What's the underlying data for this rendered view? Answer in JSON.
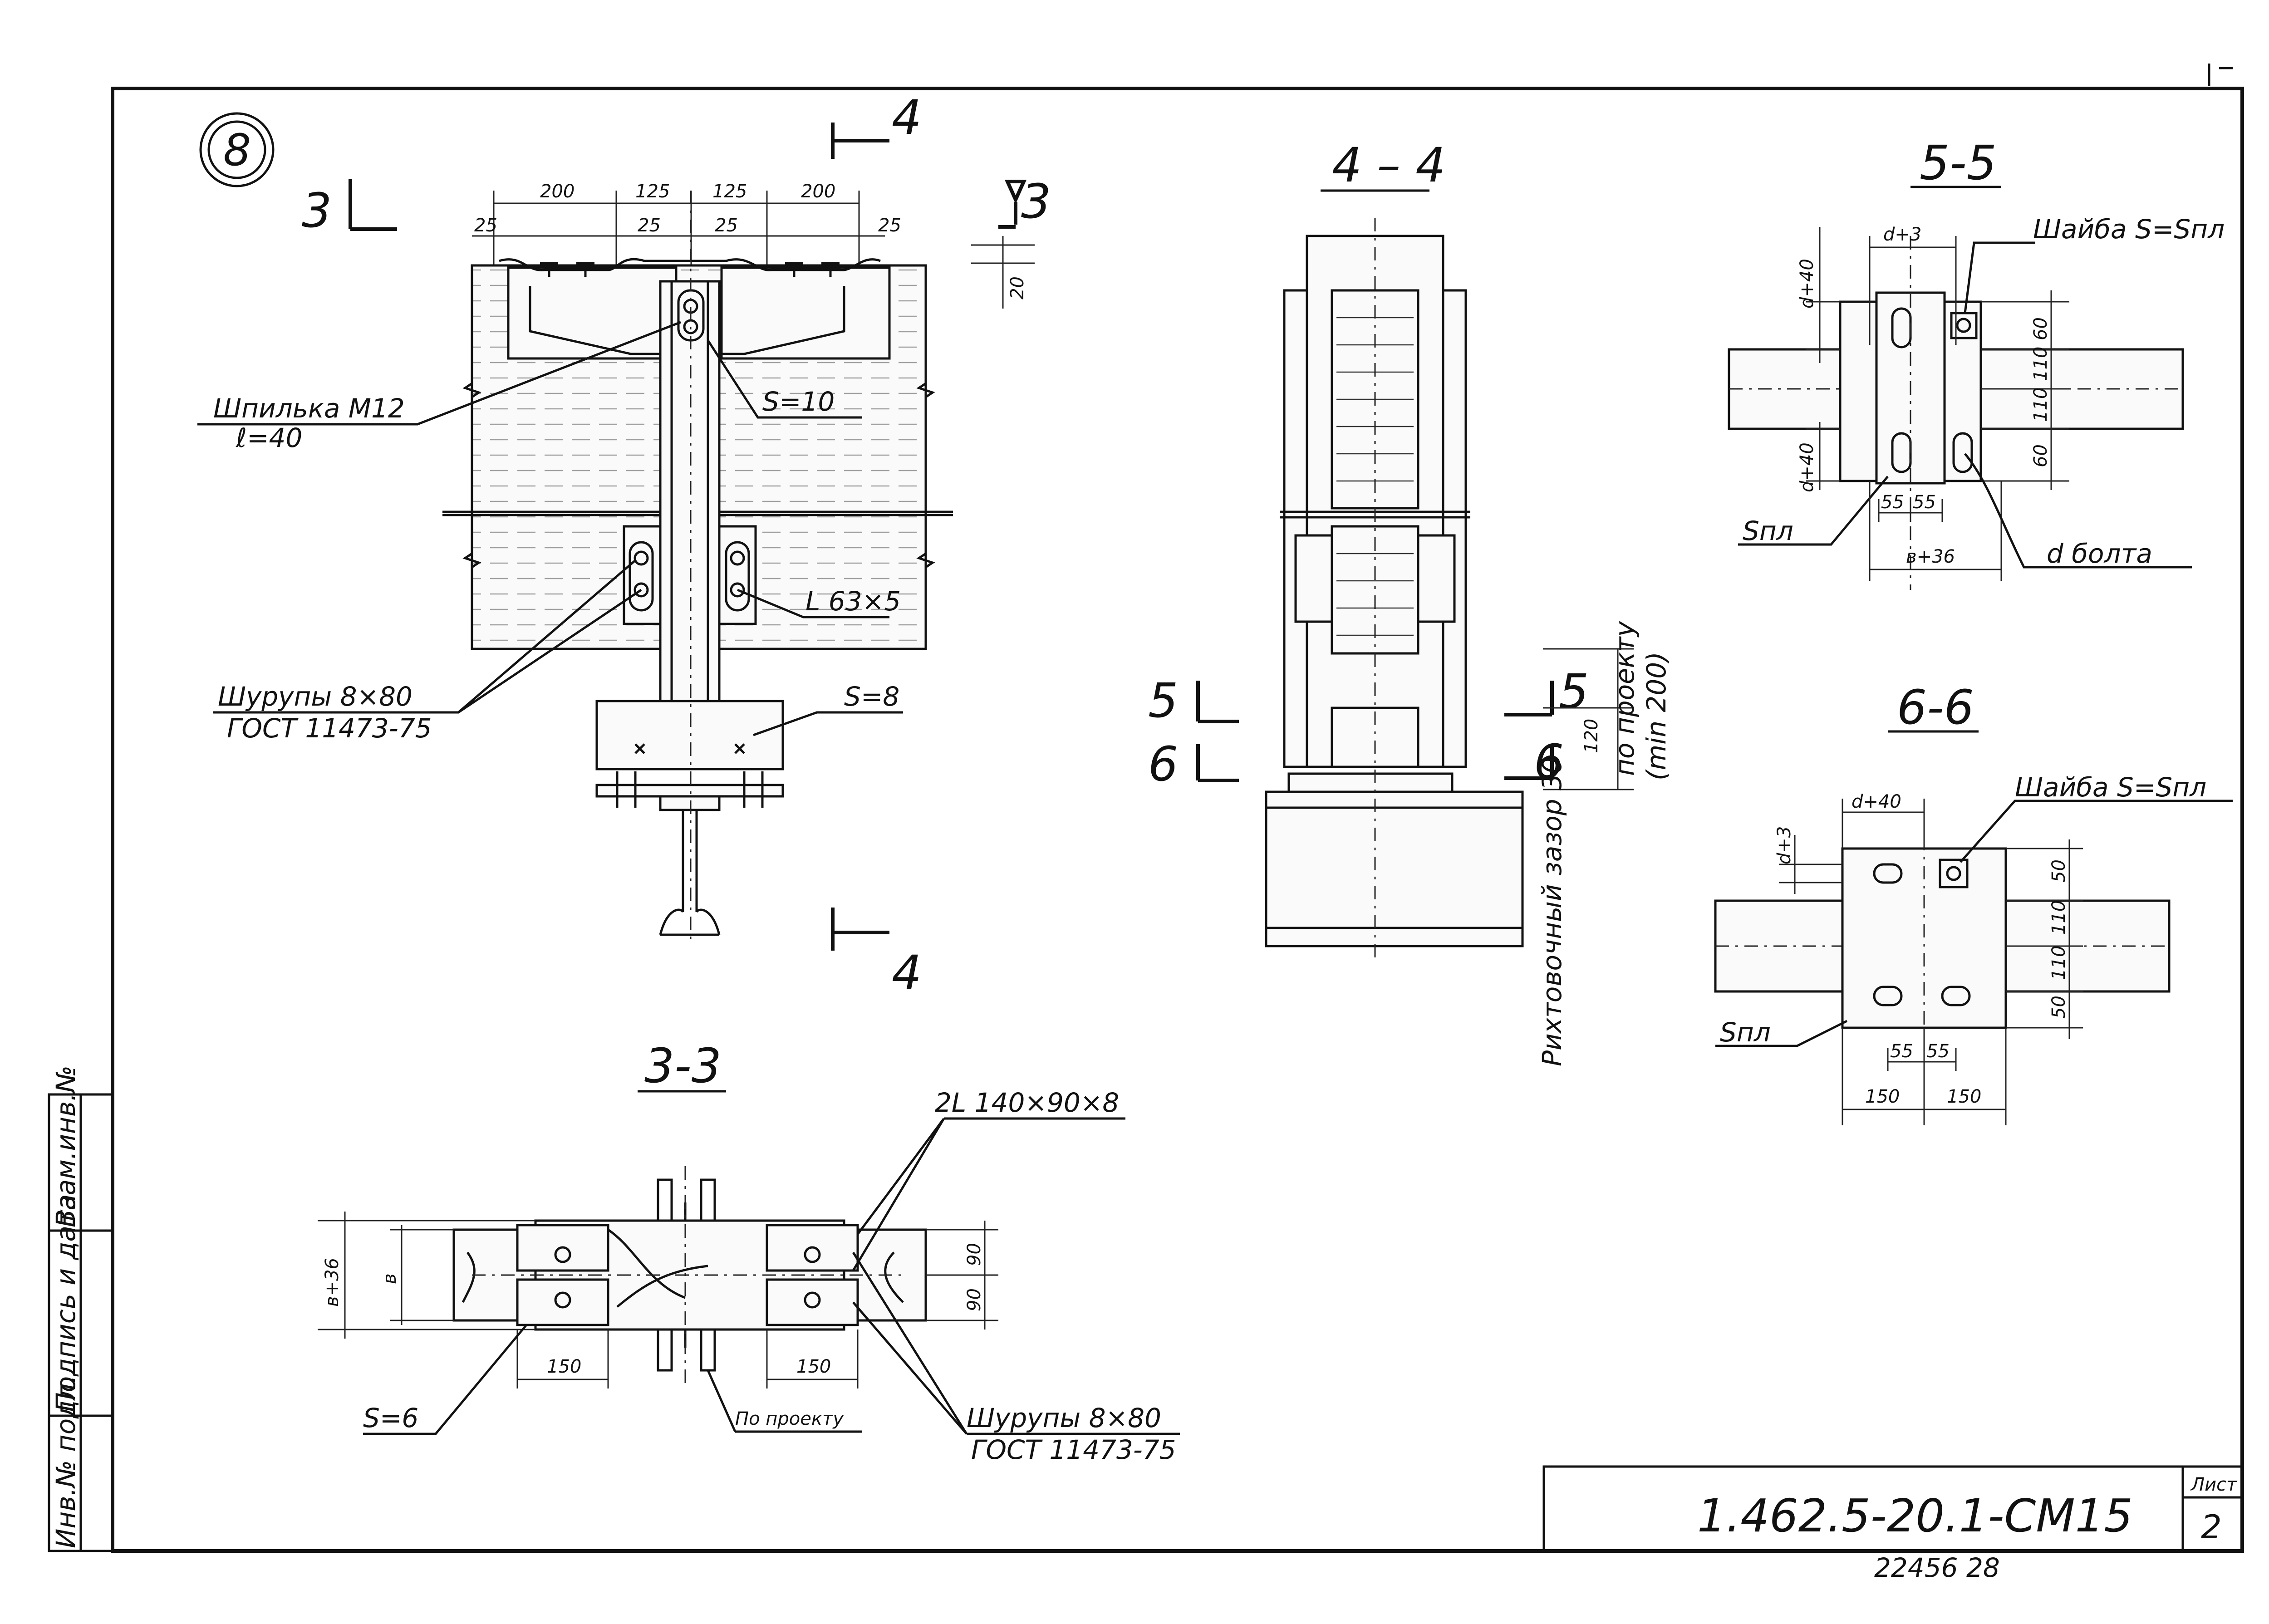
{
  "sheet": {
    "node_number": "8",
    "code": "1.462.5-20.1-СМ15",
    "sheet_label": "Лист",
    "sheet_number": "2",
    "inventory": "22456 28",
    "stamp_fields": [
      "Инв.№ подл.",
      "Подпись и дата",
      "Взам.инв.№"
    ]
  },
  "main_view": {
    "cut_3": "3",
    "cut_4": "4",
    "dims_top": [
      "200",
      "125",
      "125",
      "200"
    ],
    "dims_sub": [
      "25",
      "25",
      "25",
      "25"
    ],
    "dim_side": "20",
    "pin_label": "Шпилька М12",
    "pin_sub": "ℓ=40",
    "plate_s10": "S=10",
    "angle_label": "L 63×5",
    "screws_label": "Шурупы 8×80",
    "screws_gost": "ГОСТ 11473-75",
    "plate_s8": "S=8"
  },
  "section_44": {
    "title": "4 – 4",
    "cut_5": "5",
    "cut_6": "6",
    "by_project": "по проекту",
    "min_label": "(min 200)",
    "dim_120": "120",
    "gap_label": "Рихтовочный зазор 30"
  },
  "section_55": {
    "title": "5-5",
    "dim_d3": "d+3",
    "dim_d40a": "d+40",
    "dim_d40b": "d+40",
    "washer": "Шайба S=Sпл",
    "dims_right": [
      "60",
      "110",
      "110",
      "60"
    ],
    "s_pl": "Sпл",
    "dims_bot": [
      "55",
      "55"
    ],
    "dim_b36": "в+36",
    "bolt": "d болта"
  },
  "section_66": {
    "title": "6-6",
    "dim_d40": "d+40",
    "dim_d3": "d+3",
    "washer": "Шайба S=Sпл",
    "dims_right": [
      "50",
      "110",
      "110",
      "50"
    ],
    "s_pl": "Sпл",
    "dims_bot": [
      "55",
      "55"
    ],
    "dims_base": [
      "150",
      "150"
    ]
  },
  "section_33": {
    "title": "3-3",
    "angles": "2L 140×90×8",
    "dim_b36": "в+36",
    "dim_b": "в",
    "dims_right": [
      "90",
      "90"
    ],
    "dims_bot": [
      "150",
      "150"
    ],
    "plate_s6": "S=6",
    "by_project": "По проекту",
    "screws_label": "Шурупы 8×80",
    "screws_gost": "ГОСТ 11473-75"
  }
}
